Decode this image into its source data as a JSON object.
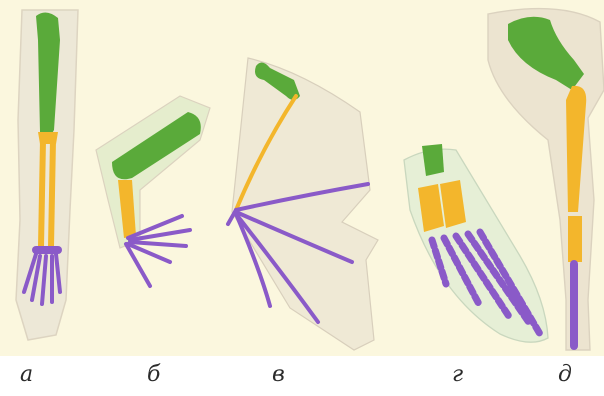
{
  "labels": [
    "а",
    "б",
    "в",
    "г",
    "д"
  ],
  "colors": {
    "background": "#fbf7de",
    "skin": "#ebe6d6",
    "skin_edge": "#d8cfbc",
    "humerus": "#5aaa3a",
    "forearm": "#f3b62c",
    "hand": "#8a5ac8",
    "membrane": "#efe9d5"
  }
}
